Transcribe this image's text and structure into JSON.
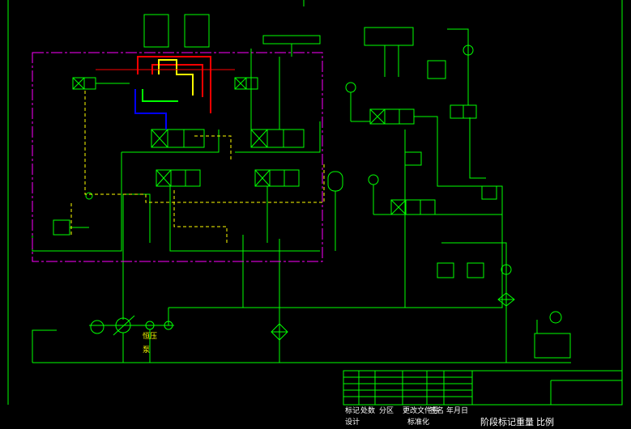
{
  "diagram": {
    "pump_label_1": "恒压",
    "pump_label_2": "泵"
  },
  "title_block": {
    "row1": [
      "标记",
      "处数",
      "分区",
      "更改文件号",
      "签名",
      "年月日"
    ],
    "row2": [
      "设计",
      "",
      "标准化"
    ],
    "stage_mark": "阶段标记",
    "weight": "重量",
    "scale": "比例"
  },
  "colors": {
    "background": "#000000",
    "line": "#00ff00",
    "boundary": "#ff00ff",
    "hose_red": "#ff0000",
    "hose_yellow": "#ffff00",
    "hose_blue": "#0000ff",
    "text": "#ffffff",
    "label": "#ffff00"
  }
}
